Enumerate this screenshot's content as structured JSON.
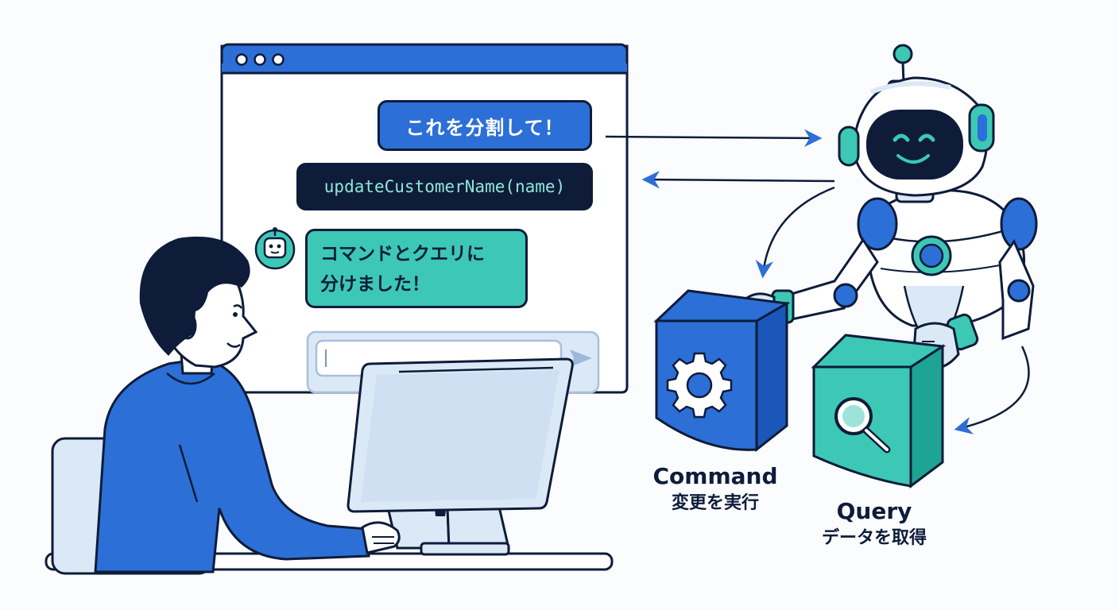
{
  "chat": {
    "user_message": "これを分割して！",
    "code": "updateCustomerName(name)",
    "bot_reply_line1": "コマンドとクエリに",
    "bot_reply_line2": "分けました！"
  },
  "command": {
    "title": "Command",
    "subtitle": "変更を実行",
    "icon": "gear-icon"
  },
  "query": {
    "title": "Query",
    "subtitle": "データを取得",
    "icon": "magnifier-icon"
  },
  "colors": {
    "navy": "#0e1c3a",
    "blue": "#2c6fd6",
    "teal": "#3cc8b4",
    "light_blue": "#dbe8f6",
    "bg": "#fbfcfe"
  }
}
